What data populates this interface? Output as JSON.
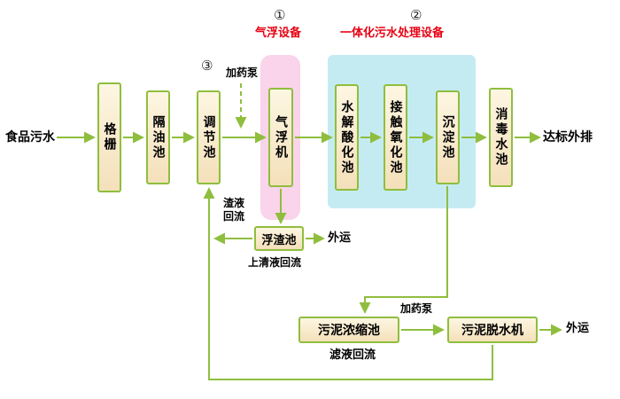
{
  "diagram": {
    "inflow_label": "食品污水",
    "outflow_label": "达标外排",
    "tanks": {
      "bar_screen": "格栅",
      "oil_separator": "隔油池",
      "regulating": "调节池",
      "air_flotation": "气浮机",
      "hydrolysis_acidification": "水解酸化池",
      "contact_oxidation": "接触氧化池",
      "sedimentation": "沉淀池",
      "disinfection": "消毒水池",
      "scum": "浮渣池",
      "sludge_thickening": "污泥浓缩池",
      "sludge_dewatering": "污泥脱水机"
    },
    "annotations": {
      "marker_1": "①",
      "marker_2": "②",
      "marker_3": "③",
      "air_flotation_equipment": "气浮设备",
      "integrated_equipment": "一体化污水处理设备",
      "dosing_pump_top": "加药泵",
      "dosing_pump_bottom": "加药泵",
      "slag_reflux": "渣液回流",
      "supernatant_reflux": "上清液回流",
      "filtrate_reflux": "滤液回流",
      "scum_outbound": "外运",
      "sludge_outbound": "外运"
    },
    "colors": {
      "arrow_green": "#8fbe3e",
      "box_border": "#8fbe3e",
      "pink_highlight": "#f9d4ea",
      "blue_highlight": "#c5ebf2",
      "red_label": "#e60012"
    }
  }
}
